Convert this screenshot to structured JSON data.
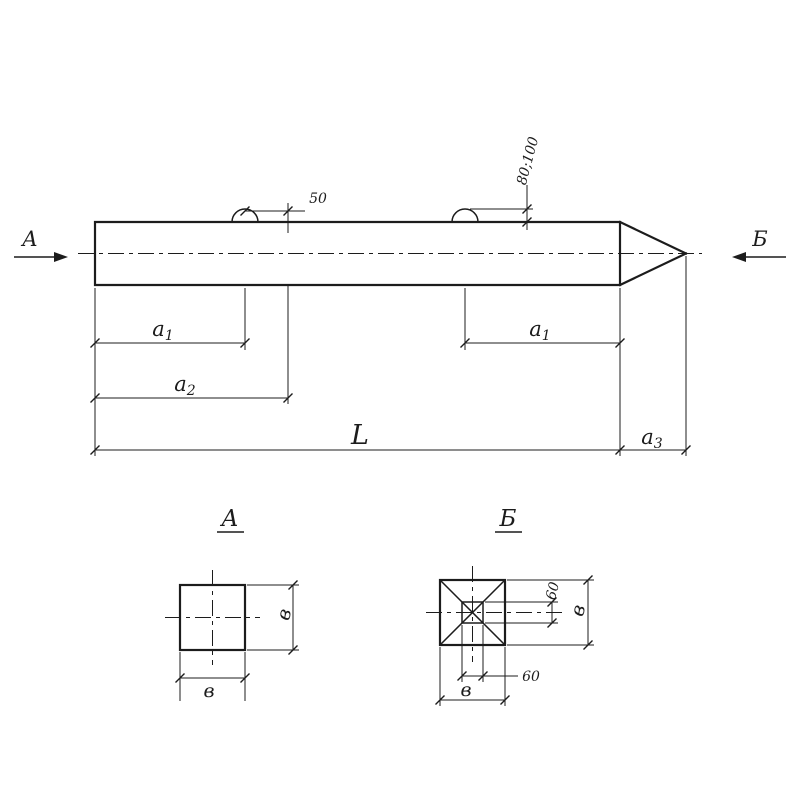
{
  "colors": {
    "ink": "#1c1c1c",
    "background": "#ffffff"
  },
  "main_view": {
    "cut_label_left": "А",
    "cut_label_right": "Б",
    "dim_50": "50",
    "dim_loop_height": "80;100",
    "dim_a1": {
      "base": "а",
      "sub": "1"
    },
    "dim_a2": {
      "base": "а",
      "sub": "2"
    },
    "dim_a3": {
      "base": "а",
      "sub": "3"
    },
    "dim_length": "L"
  },
  "section_a": {
    "title": "А",
    "dim_width": "в",
    "dim_side": "в"
  },
  "section_b": {
    "title": "Б",
    "dim_width": "в",
    "dim_side": "в",
    "tip_width": "60",
    "tip_height": "60"
  }
}
